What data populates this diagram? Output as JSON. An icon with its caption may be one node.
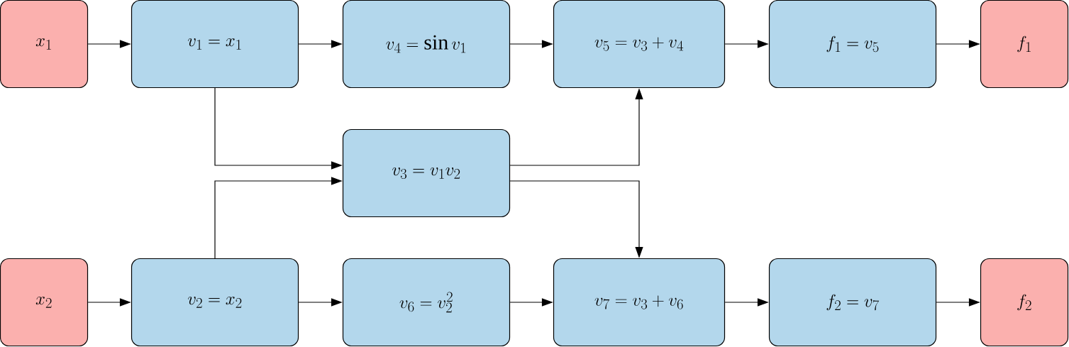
{
  "diagram": {
    "nodes": [
      {
        "text": [
          "x_1"
        ]
      },
      {
        "text": [
          "v_1 = x_1"
        ]
      },
      {
        "text": [
          "v_4 = \\sin v_1"
        ]
      },
      {
        "text": [
          "v_5 = v_3 + v_4"
        ]
      },
      {
        "text": [
          "f_1 = v_5"
        ]
      },
      {
        "text": [
          "f_1"
        ]
      },
      {
        "text": [
          "v_3 = v_1 v_2"
        ]
      },
      {
        "text": [
          "x_2"
        ]
      },
      {
        "text": [
          "v_2 = x_2"
        ]
      },
      {
        "text": [
          "v_6 = v_2^2"
        ]
      },
      {
        "text": [
          "v_7 = v_3 + v_6"
        ]
      },
      {
        "text": [
          "f_2 = v_7"
        ]
      },
      {
        "text": [
          "f_2"
        ]
      }
    ],
    "edges": [
      {
        "from": 0,
        "to": 1,
        "arrow": "to"
      },
      {
        "from": 1,
        "to": 2,
        "arrow": "to"
      },
      {
        "from": 2,
        "to": 3,
        "arrow": "to"
      },
      {
        "from": 3,
        "to": 4,
        "arrow": "to"
      },
      {
        "from": 4,
        "to": 5,
        "arrow": "to"
      },
      {
        "from": 1,
        "to": 6,
        "arrow": "to"
      },
      {
        "from": 8,
        "to": 6,
        "arrow": "to"
      },
      {
        "from": 6,
        "to": 3,
        "arrow": "to"
      },
      {
        "from": 6,
        "to": 10,
        "arrow": "to"
      },
      {
        "from": 7,
        "to": 8,
        "arrow": "to"
      },
      {
        "from": 8,
        "to": 9,
        "arrow": "to"
      },
      {
        "from": 9,
        "to": 10,
        "arrow": "to"
      },
      {
        "from": 10,
        "to": 11,
        "arrow": "to"
      },
      {
        "from": 11,
        "to": 12,
        "arrow": "to"
      }
    ]
  }
}
